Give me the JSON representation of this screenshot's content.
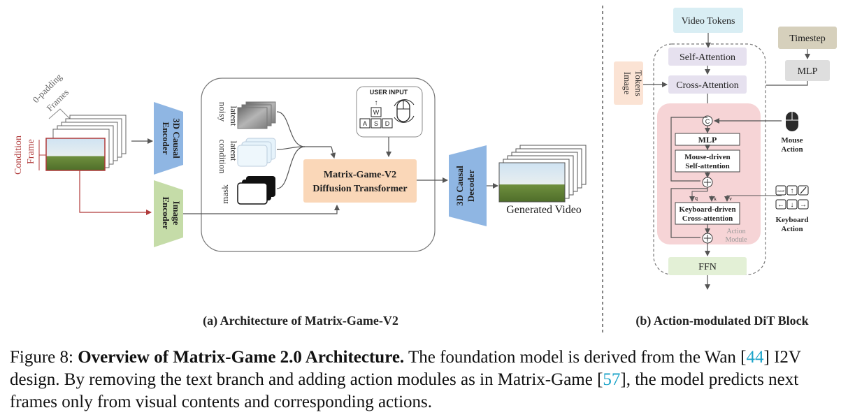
{
  "part_a": {
    "padding_frames_label": "0-padding",
    "frames_label": "Frames",
    "condition_label": "Condition",
    "frame_label": "Frame",
    "encoder_3d_line1": "3D Causal",
    "encoder_3d_line2": "Encoder",
    "image_encoder_line1": "Image",
    "image_encoder_line2": "Encoder",
    "noisy_line1": "noisy",
    "noisy_line2": "latent",
    "condition_latent_line1": "condition",
    "condition_latent_line2": "latent",
    "mask_label": "mask",
    "user_input_label": "USER INPUT",
    "key_w": "W",
    "key_a": "A",
    "key_s": "S",
    "key_d": "D",
    "dit_line1": "Matrix-Game-V2",
    "dit_line2": "Diffusion Transformer",
    "decoder_line1": "3D Causal",
    "decoder_line2": "Decoder",
    "generated_video_label": "Generated Video",
    "subcaption": "(a) Architecture of Matrix-Game-V2"
  },
  "part_b": {
    "video_tokens": "Video Tokens",
    "timestep": "Timestep",
    "mlp_outer": "MLP",
    "image_tokens_line1": "Image",
    "image_tokens_line2": "Tokens",
    "self_attention": "Self-Attention",
    "cross_attention": "Cross-Attention",
    "concat_symbol": "C",
    "mlp_inner": "MLP",
    "mouse_driven_line1": "Mouse-driven",
    "mouse_driven_line2": "Self-attention",
    "keyboard_driven_line1": "Keyboard-driven",
    "keyboard_driven_line2": "Cross-attention",
    "action_module_line1": "Action",
    "action_module_line2": "Module",
    "q_label": "q",
    "k_label": "k",
    "v_label": "v",
    "mouse_action_line1": "Mouse",
    "mouse_action_line2": "Action",
    "keyboard_action_line1": "Keyboard",
    "keyboard_action_line2": "Action",
    "jump_key": "JUMP",
    "ffn": "FFN",
    "subcaption": "(b) Action-modulated DiT Block"
  },
  "caption": {
    "prefix": "Figure 8: ",
    "bold": "Overview of Matrix-Game 2.0 Architecture.",
    "text1": " The foundation model is derived from the Wan [",
    "cite1": "44",
    "text2": "] I2V design. By removing the text branch and adding action modules as in Matrix-Game [",
    "cite2": "57",
    "text3": "], the model predicts next frames only from visual contents and corresponding actions."
  }
}
